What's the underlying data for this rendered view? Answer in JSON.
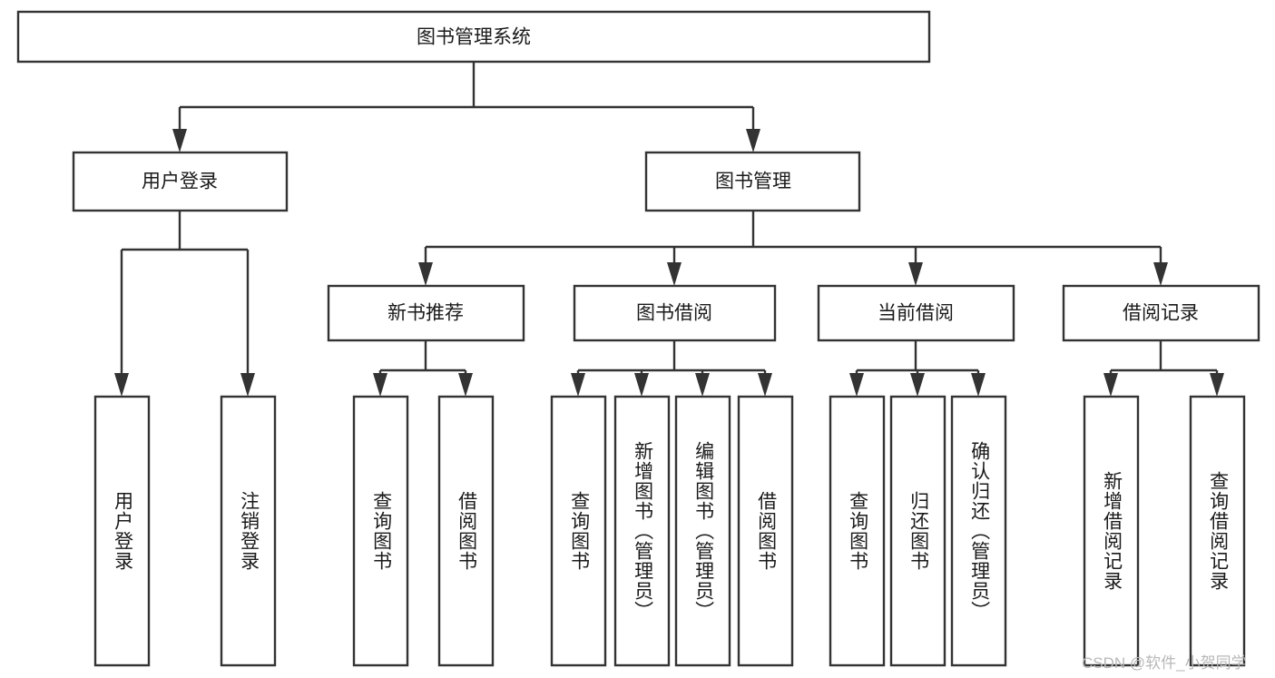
{
  "diagram": {
    "type": "tree",
    "title": "图书管理系统",
    "root": {
      "id": "root",
      "label": "图书管理系统",
      "orientation": "horizontal"
    },
    "level2": [
      {
        "id": "user-login",
        "label": "用户登录",
        "orientation": "horizontal"
      },
      {
        "id": "book-manage",
        "label": "图书管理",
        "orientation": "horizontal"
      }
    ],
    "level3": [
      {
        "id": "new-book-rec",
        "label": "新书推荐",
        "orientation": "horizontal",
        "parent": "book-manage"
      },
      {
        "id": "book-borrow",
        "label": "图书借阅",
        "orientation": "horizontal",
        "parent": "book-manage"
      },
      {
        "id": "current-borrow",
        "label": "当前借阅",
        "orientation": "horizontal",
        "parent": "book-manage"
      },
      {
        "id": "borrow-record",
        "label": "借阅记录",
        "orientation": "horizontal",
        "parent": "book-manage"
      }
    ],
    "leaves": [
      {
        "id": "leaf-user-login",
        "label": "用户登录",
        "parent": "user-login",
        "orientation": "vertical"
      },
      {
        "id": "leaf-user-logout",
        "label": "注销登录",
        "parent": "user-login",
        "orientation": "vertical"
      },
      {
        "id": "leaf-query-book-1",
        "label": "查询图书",
        "parent": "new-book-rec",
        "orientation": "vertical"
      },
      {
        "id": "leaf-borrow-book-1",
        "label": "借阅图书",
        "parent": "new-book-rec",
        "orientation": "vertical"
      },
      {
        "id": "leaf-query-book-2",
        "label": "查询图书",
        "parent": "book-borrow",
        "orientation": "vertical"
      },
      {
        "id": "leaf-add-book",
        "label": "新增图书（管理员）",
        "parent": "book-borrow",
        "orientation": "vertical"
      },
      {
        "id": "leaf-edit-book",
        "label": "编辑图书（管理员）",
        "parent": "book-borrow",
        "orientation": "vertical"
      },
      {
        "id": "leaf-borrow-book-2",
        "label": "借阅图书",
        "parent": "book-borrow",
        "orientation": "vertical"
      },
      {
        "id": "leaf-query-book-3",
        "label": "查询图书",
        "parent": "current-borrow",
        "orientation": "vertical"
      },
      {
        "id": "leaf-return-book",
        "label": "归还图书",
        "parent": "current-borrow",
        "orientation": "vertical"
      },
      {
        "id": "leaf-confirm-return",
        "label": "确认归还（管理员）",
        "parent": "current-borrow",
        "orientation": "vertical"
      },
      {
        "id": "leaf-add-record",
        "label": "新增借阅记录",
        "parent": "borrow-record",
        "orientation": "vertical"
      },
      {
        "id": "leaf-query-record",
        "label": "查询借阅记录",
        "parent": "borrow-record",
        "orientation": "vertical"
      }
    ],
    "colors": {
      "box_fill": "#ffffff",
      "box_stroke": "#333333",
      "text": "#1a1a1a",
      "connector": "#333333",
      "background": "#ffffff",
      "watermark": "#b8b8b8"
    }
  },
  "watermark": {
    "text": "CSDN @软件_小贺同学"
  }
}
